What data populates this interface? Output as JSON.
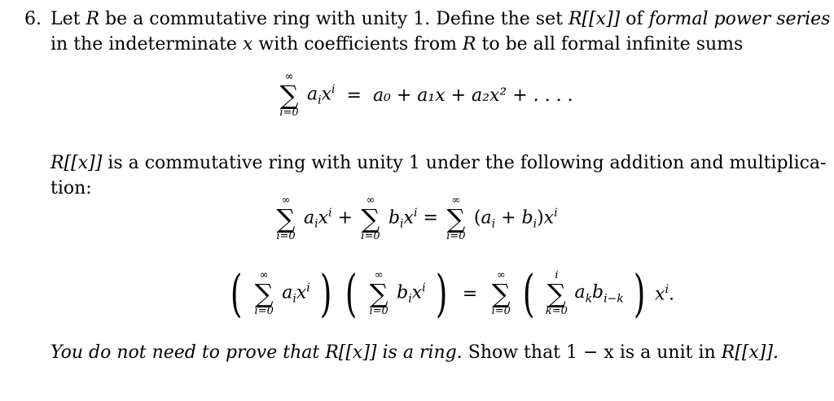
{
  "problem": {
    "number": "6.",
    "line1_a": "Let ",
    "line1_R": "R",
    "line1_b": " be a commutative ring with unity 1. Define the set ",
    "line1_Rx": "R[[x]]",
    "line1_c": " of ",
    "line1_fps": "formal power series",
    "line2_a": "in the indeterminate ",
    "line2_x": "x",
    "line2_b": " with coefficients from ",
    "line2_R": "R",
    "line2_c": " to be all formal infinite sums",
    "eq1": {
      "sum_top": "∞",
      "sum_sym": "∑",
      "sum_bot": "i=0",
      "rhs": "a₀ + a₁x + a₂x² + . . . ."
    },
    "line3_Rx": "R[[x]]",
    "line3_text": " is a commutative ring with unity 1 under the following addition and multiplica-",
    "line4_text": "tion:",
    "eq2": {
      "sum_top": "∞",
      "sum_sym": "∑",
      "sum_bot": "i=0"
    },
    "eq3": {
      "sum_top": "∞",
      "sum_sym": "∑",
      "sum_bot": "i=0",
      "inner_top": "i",
      "inner_bot": "k=0"
    },
    "line5_a": "You do not need to prove that ",
    "line5_Rx": "R[[x]]",
    "line5_b": " is a ring.",
    "line5_c": " Show that 1 − x is a unit in ",
    "line5_d": "R[[x]]."
  }
}
